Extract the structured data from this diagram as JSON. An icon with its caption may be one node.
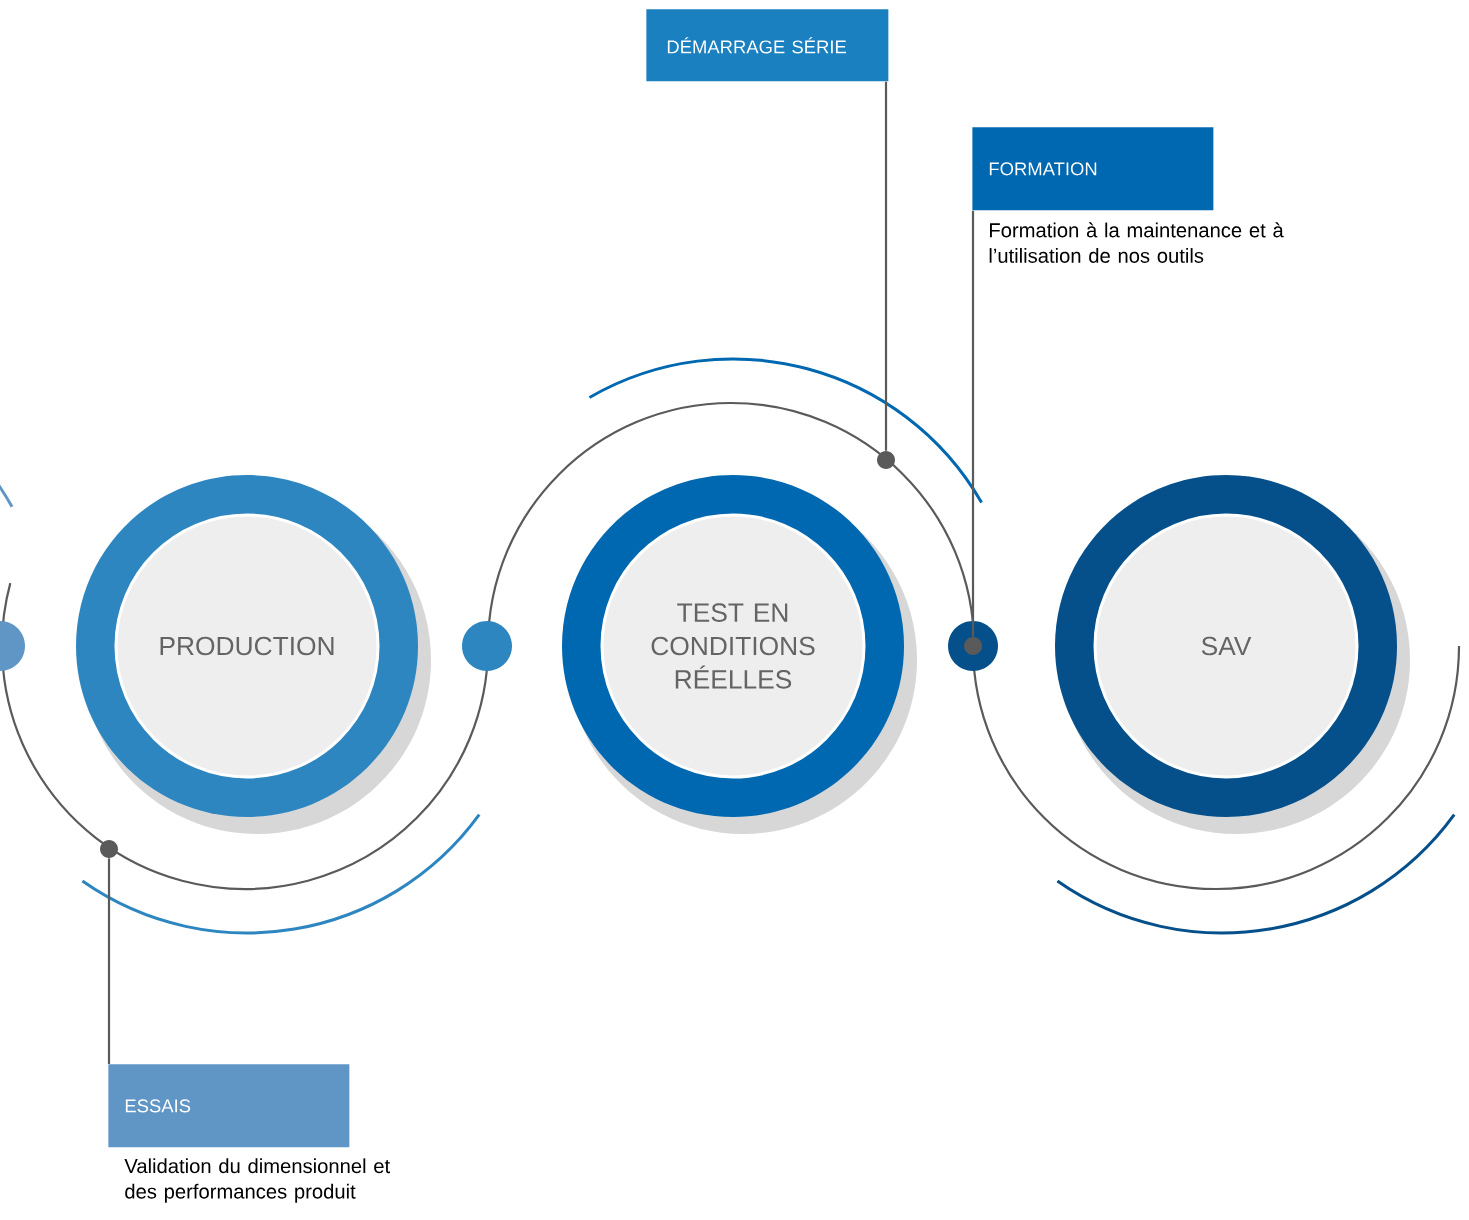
{
  "diagram": {
    "nodes": [
      {
        "text": [
          "DÉMARRAGE SÉRIE"
        ]
      },
      {
        "text": [
          "FORMATION"
        ],
        "beside": [
          "Formation à la maintenance et à l’utilisation de nos outils"
        ]
      },
      {
        "text": [
          "PRODUCTION"
        ]
      },
      {
        "text": [
          "TEST EN CONDITIONS RÉELLES"
        ]
      },
      {
        "text": [
          "SAV"
        ]
      },
      {
        "text": [
          "ESSAIS"
        ],
        "beside": [
          "Validation du dimensionnel et des performances produit"
        ]
      },
      {
        "text": [],
        "shape": "circle"
      },
      {
        "text": [],
        "shape": "circle"
      },
      {
        "text": [],
        "shape": "circle"
      }
    ],
    "edges": [
      {
        "from": 0,
        "to": 6,
        "arrow": "none"
      },
      {
        "from": 1,
        "to": 7,
        "arrow": "none"
      },
      {
        "from": 5,
        "to": 8,
        "arrow": "none"
      }
    ]
  }
}
